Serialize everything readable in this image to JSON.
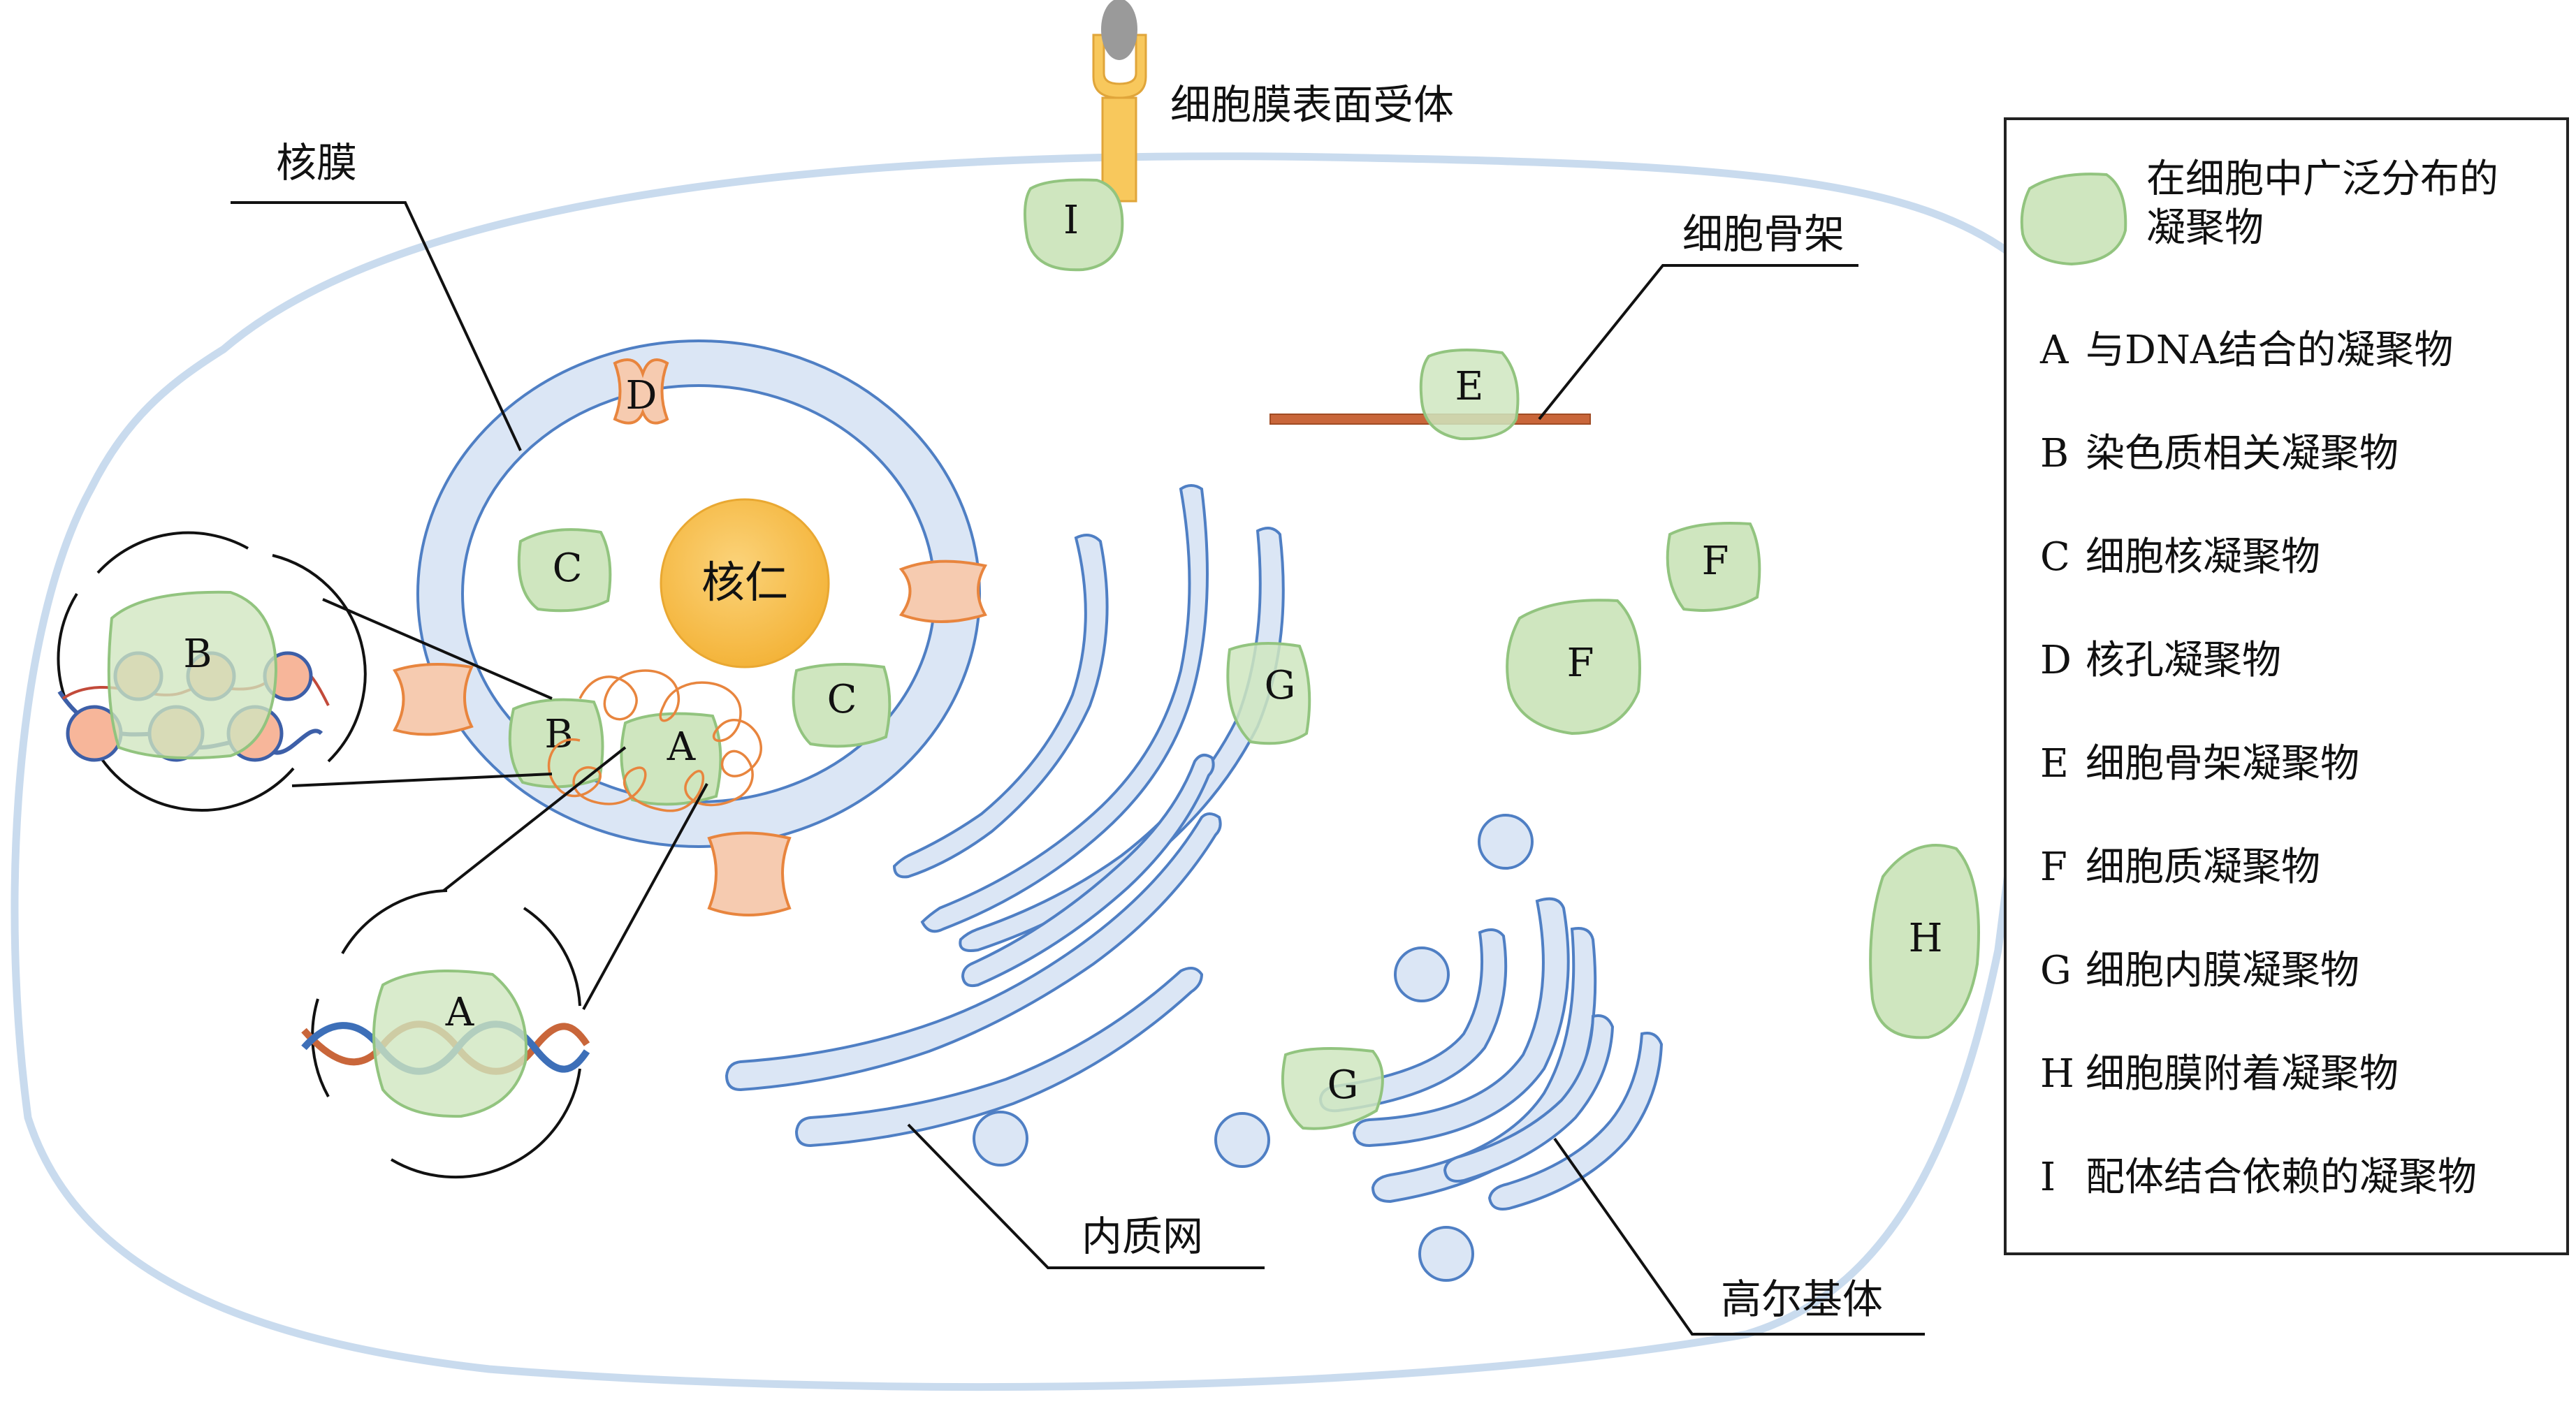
{
  "labels": {
    "membrane_receptor": "细胞膜表面受体",
    "nuclear_envelope": "核膜",
    "cytoskeleton": "细胞骨架",
    "nucleolus": "核仁",
    "er": "内质网",
    "golgi": "高尔基体"
  },
  "condensate_letters": {
    "A": "A",
    "B": "B",
    "C": "C",
    "D": "D",
    "E": "E",
    "F": "F",
    "G": "G",
    "H": "H",
    "I": "I"
  },
  "legend": {
    "header": [
      "在细胞中广泛分布的",
      "凝聚物"
    ],
    "items": [
      {
        "letter": "A",
        "text": "与DNA结合的凝聚物"
      },
      {
        "letter": "B",
        "text": "染色质相关凝聚物"
      },
      {
        "letter": "C",
        "text": "细胞核凝聚物"
      },
      {
        "letter": "D",
        "text": "核孔凝聚物"
      },
      {
        "letter": "E",
        "text": "细胞骨架凝聚物"
      },
      {
        "letter": "F",
        "text": "细胞质凝聚物"
      },
      {
        "letter": "G",
        "text": "细胞内膜凝聚物"
      },
      {
        "letter": "H",
        "text": "细胞膜附着凝聚物"
      },
      {
        "letter": "I",
        "text": "配体结合依赖的凝聚物"
      }
    ]
  },
  "colors": {
    "condensate_fill": "#cfe6bf",
    "condensate_stroke": "#92c47f",
    "membrane_fill": "#dbe6f5",
    "membrane_stroke": "#4f7fc4",
    "cell_outline": "#c9dbee",
    "nucleolus_fill": "#f9c55a",
    "pore_fill": "#f6cbb0",
    "pore_stroke": "#e8853e",
    "cytoskeleton": "#c9663a",
    "receptor_fill": "#f8c85c",
    "ligand_fill": "#9a9a9a"
  }
}
